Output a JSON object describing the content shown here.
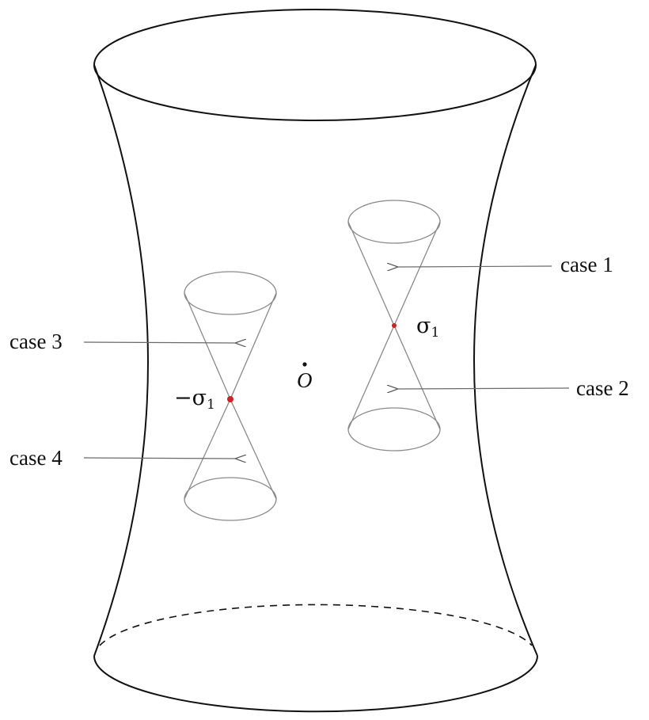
{
  "labels": {
    "case1": "case 1",
    "case2": "case 2",
    "case3": "case 3",
    "case4": "case 4",
    "sigma_pos": "σ",
    "sigma_pos_sub": "1",
    "sigma_neg": "−σ",
    "sigma_neg_sub": "1",
    "origin": "O"
  },
  "colors": {
    "outline": "#111111",
    "cone": "#8a8a8a",
    "arrow": "#6a6a6a",
    "vertex": "#d42020"
  }
}
